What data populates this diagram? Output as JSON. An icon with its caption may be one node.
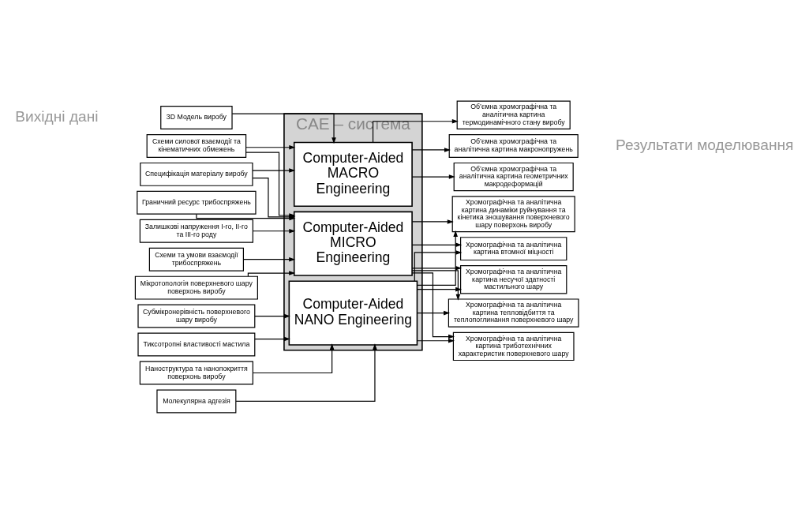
{
  "diagram": {
    "nodes": [
      {
        "text": [
          "CAE – система"
        ]
      },
      {
        "text": [
          "Computer-Aided MACRO Engineering"
        ],
        "in": 0
      },
      {
        "text": [
          "Computer-Aided MICRO Engineering"
        ],
        "in": 0
      },
      {
        "text": [
          "Computer-Aided NANO Engineering"
        ],
        "in": 0
      },
      {
        "text": [
          "3D Модель виробу"
        ]
      },
      {
        "text": [
          "Специфікація матеріалу виробу"
        ]
      },
      {
        "text": [
          "Схеми силової взаємодії та кінематичних обмежень"
        ]
      },
      {
        "text": [
          "Схеми та умови взаємодії трибоспряжень"
        ]
      },
      {
        "text": [
          "Мікротопологія поверхневого шару поверхонь виробу"
        ]
      },
      {
        "text": [
          "Граничний ресурс трибоспряжень"
        ]
      },
      {
        "text": [
          "Залишкові напруження I-го, II-го та III-го роду"
        ]
      },
      {
        "text": [
          "Тиксотропні властивості мастила"
        ]
      },
      {
        "text": [
          "Субмікронерівність поверхневого шару виробу"
        ]
      },
      {
        "text": [
          "Наноструктура та нанопокриття поверхонь виробу"
        ]
      },
      {
        "text": [
          "Молекулярна адгезія"
        ]
      },
      {
        "text": [
          "Об’ємна хромографічна та аналітична картина макронопружень"
        ]
      },
      {
        "text": [
          "Об’ємна хромографічна та аналітична картина геометричних макродеформацій"
        ]
      },
      {
        "text": [
          "Об’ємна хромографічна та аналітична картина термодинамічного стану виробу"
        ]
      },
      {
        "text": [
          "Хромографічна та аналітична картина динаміки руйнування та кінетика зношування поверхневого шару поверхонь виробу"
        ]
      },
      {
        "text": [
          "Хромографічна та аналітична картина втомної міцності"
        ]
      },
      {
        "text": [
          "Хромографічна та аналітична картина несучої здатності мастильного шару"
        ]
      },
      {
        "text": [
          "Хромографічна та аналітична картина тепловідбиття та теплопоглинання поверхневого шару"
        ]
      },
      {
        "text": [
          "Хромографічна та аналітична картина триботехнічних характеристик поверхневого шару"
        ]
      }
    ],
    "edges": [
      {
        "from": 4,
        "to": 1,
        "arrow": "to"
      },
      {
        "from": 5,
        "to": 1,
        "arrow": "to"
      },
      {
        "from": 6,
        "to": 1,
        "arrow": "to"
      },
      {
        "from": 5,
        "to": 2,
        "arrow": "to"
      },
      {
        "from": 6,
        "to": 2,
        "arrow": "to"
      },
      {
        "from": 7,
        "to": 2,
        "arrow": "to"
      },
      {
        "from": 8,
        "to": 2,
        "arrow": "to"
      },
      {
        "from": 9,
        "to": 2,
        "arrow": "to"
      },
      {
        "from": 10,
        "to": 2,
        "arrow": "to"
      },
      {
        "from": 11,
        "to": 3,
        "arrow": "to"
      },
      {
        "from": 12,
        "to": 3,
        "arrow": "to"
      },
      {
        "from": 13,
        "to": 3,
        "arrow": "to"
      },
      {
        "from": 14,
        "to": 3,
        "arrow": "to"
      },
      {
        "from": 1,
        "to": 15,
        "arrow": "to"
      },
      {
        "from": 1,
        "to": 16,
        "arrow": "to"
      },
      {
        "from": 1,
        "to": 17,
        "arrow": "to"
      },
      {
        "from": 2,
        "to": 18,
        "arrow": "to"
      },
      {
        "from": 2,
        "to": 19,
        "arrow": "to"
      },
      {
        "from": 2,
        "to": 20,
        "arrow": "to"
      },
      {
        "from": 2,
        "to": 21,
        "arrow": "to"
      },
      {
        "from": 2,
        "to": 22,
        "arrow": "to"
      },
      {
        "from": 3,
        "to": 18,
        "arrow": "to"
      },
      {
        "from": 3,
        "to": 19,
        "arrow": "to"
      },
      {
        "from": 3,
        "to": 20,
        "arrow": "to"
      },
      {
        "from": 3,
        "to": 21,
        "arrow": "to"
      },
      {
        "from": 3,
        "to": 22,
        "arrow": "to"
      }
    ],
    "labels": [
      "Вихідні дані",
      "Результати моделювання"
    ]
  }
}
